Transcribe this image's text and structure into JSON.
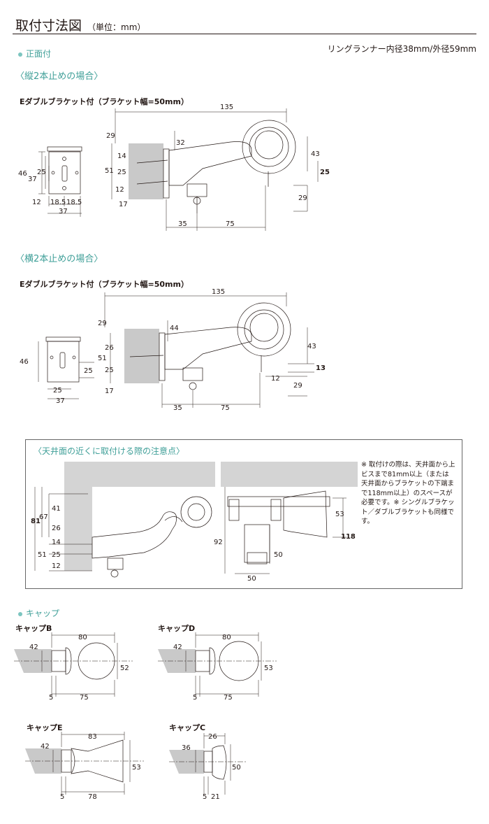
{
  "header": {
    "title": "取付寸法図",
    "unit": "（単位：mm）"
  },
  "front": {
    "section_label": "正面付",
    "ring_note": "リングランナー内径38mm/外径59mm",
    "vertical": {
      "title": "〈縦2本止めの場合〉",
      "bracket_label": "Eダブルブラケット付（ブラケット幅=50mm）",
      "plate_dims": [
        "46",
        "37",
        "25",
        "12",
        "18.5",
        "18.5",
        "37"
      ],
      "side_dims": [
        "135",
        "29",
        "32",
        "14",
        "51",
        "25",
        "12",
        "17",
        "43",
        "25",
        "29",
        "35",
        "75"
      ]
    },
    "horizontal": {
      "title": "〈横2本止めの場合〉",
      "bracket_label": "Eダブルブラケット付（ブラケット幅=50mm）",
      "plate_dims": [
        "46",
        "25",
        "25",
        "37"
      ],
      "side_dims": [
        "135",
        "29",
        "44",
        "26",
        "51",
        "25",
        "17",
        "43",
        "13",
        "12",
        "29",
        "35",
        "75"
      ]
    }
  },
  "ceiling": {
    "title": "〈天井面の近くに取付ける際の注意点〉",
    "dims": [
      "81",
      "67",
      "41",
      "26",
      "14",
      "51",
      "25",
      "12",
      "92",
      "50",
      "50",
      "53",
      "118"
    ],
    "note": "※ 取付けの際は、天井面から上ビスまで81mm以上（または天井面からブラケットの下端まで118mm以上）のスペースが必要です。※ シングルブラケット／ダブルブラケットも同様です。"
  },
  "caps": {
    "section_label": "キャップ",
    "items": [
      {
        "name": "キャップB",
        "dims": [
          "80",
          "42",
          "52",
          "5",
          "75"
        ]
      },
      {
        "name": "キャップD",
        "dims": [
          "80",
          "42",
          "53",
          "5",
          "75"
        ]
      },
      {
        "name": "キャップE",
        "dims": [
          "83",
          "42",
          "53",
          "5",
          "78"
        ]
      },
      {
        "name": "キャップC",
        "dims": [
          "26",
          "36",
          "50",
          "5",
          "21"
        ]
      }
    ]
  },
  "colors": {
    "accent": "#3f9f98",
    "wall": "#c9c9c9",
    "ceiling": "#d4d4d4"
  }
}
